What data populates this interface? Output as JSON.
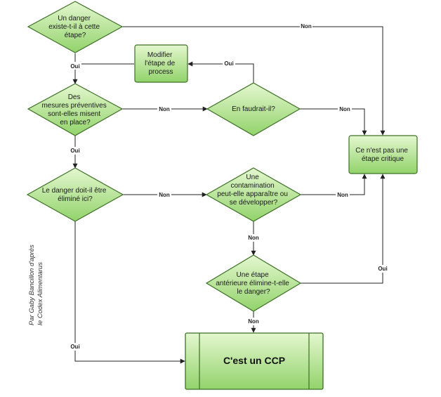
{
  "decisions": {
    "q1": [
      "Un danger",
      "existe-t-il à cette",
      "étape?"
    ],
    "q2": [
      "Des",
      "mesures préventives",
      "sont-elles misent",
      "en place?"
    ],
    "q2b": [
      "En faudrait-il?"
    ],
    "q3": [
      "Le danger doit-il être",
      "éliminé ici?"
    ],
    "q4": [
      "Une",
      "contamination",
      "peut-elle apparaître ou",
      "se développer?"
    ],
    "q5": [
      "Une étape",
      "antérieure élimine-t-elle",
      "le danger?"
    ]
  },
  "boxes": {
    "modify": [
      "Modifier",
      "l'étape de",
      "process"
    ],
    "not_critical": [
      "Ce n'est pas une",
      "étape critique"
    ],
    "ccp": "C'est un CCP"
  },
  "edge_labels": {
    "q1_non": "Non",
    "q1_oui": "Oui",
    "q2_non": "Non",
    "q2_oui": "Oui",
    "q2b_oui": "Oui",
    "q2b_non": "Non",
    "q3_non": "Non",
    "q3_oui": "Oui",
    "q4_non_right": "Non",
    "q4_non_down": "Non",
    "q5_oui": "Oui",
    "q5_non": "Non"
  },
  "side_note": [
    "Par Gaby Bancillon d'après",
    "le Codex Alimentarus"
  ],
  "colors": {
    "fill_light": "#dff5c8",
    "fill_dark": "#94d46e",
    "stroke": "#3c6f25",
    "line": "#222222"
  }
}
